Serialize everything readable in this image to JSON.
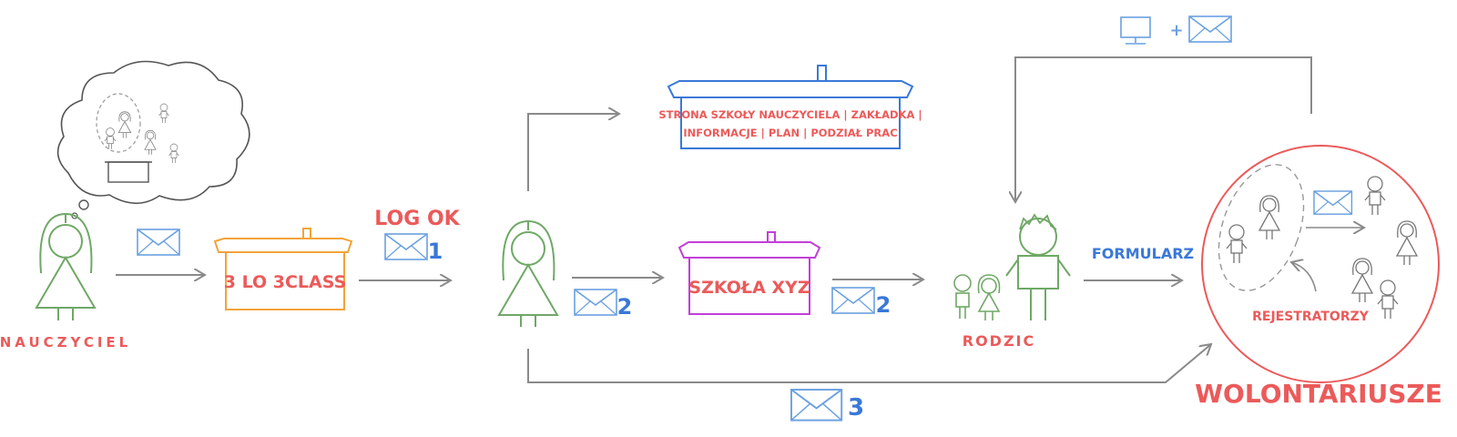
{
  "colors": {
    "red": "#ec5a5a",
    "blue": "#3a78d8",
    "env_blue": "#6aa0e0",
    "green": "#6fa866",
    "orange": "#f2a33a",
    "magenta": "#c23fd8",
    "grey": "#8a8a8a",
    "dark": "#555555"
  },
  "labels": {
    "teacher": "NAUCZYCIEL",
    "three_lo": "3 LO 3CLASS",
    "log_ok": "LOG OK",
    "num1": "1",
    "num2a": "2",
    "num2b": "2",
    "num3": "3",
    "school_xyz": "SZKOŁA XYZ",
    "strona_line1": "STRONA SZKOŁY NAUCZYCIELA | ZAKŁADKA |",
    "strona_line2": "INFORMACJE | PLAN | PODZIAŁ PRAC",
    "rodzic": "RODZIC",
    "formularz": "FORMULARZ",
    "rejestratorzy": "REJESTRATORZY",
    "wolontariusze": "WOLONTARIUSZE",
    "plus": "+"
  },
  "icons": [
    "envelope-icon",
    "monitor-icon",
    "person-icon",
    "house-icon",
    "thought-bubble-icon"
  ]
}
